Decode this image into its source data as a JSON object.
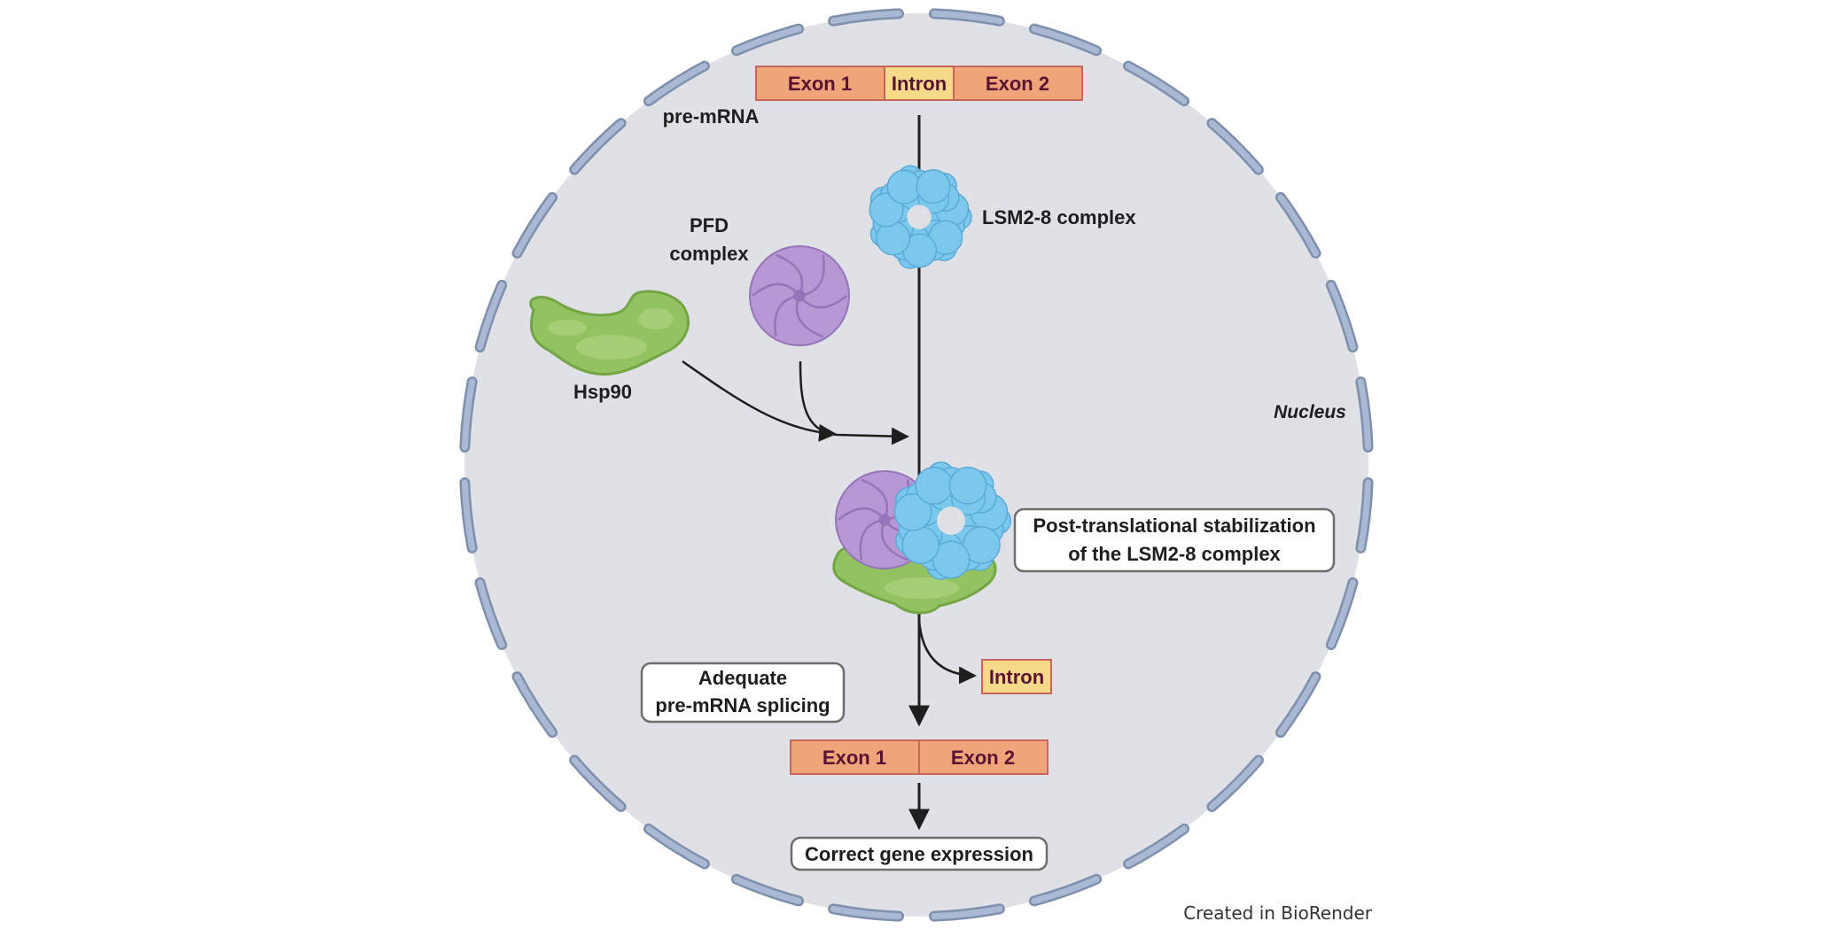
{
  "pre_mrna": {
    "label": "pre-mRNA",
    "segments": [
      "Exon 1",
      "Intron",
      "Exon 2"
    ]
  },
  "lsm_label": "LSM2-8 complex",
  "pfd_label": [
    "PFD",
    "complex"
  ],
  "hsp90_label": "Hsp90",
  "nucleus_label": "Nucleus",
  "stabilization_box": [
    "Post-translational stabilization",
    "of the LSM2-8 complex"
  ],
  "splicing_box": [
    "Adequate",
    "pre-mRNA splicing"
  ],
  "intron_out_label": "Intron",
  "mrna_segments": [
    "Exon 1",
    "Exon 2"
  ],
  "expression_box": "Correct gene expression",
  "credit": "Created in BioRender",
  "colors": {
    "nucleus_fill": "#dfe1e6",
    "envelope": "#a9b9d3",
    "exon": "#f0a47a",
    "intron": "#f7d98a",
    "segment_border": "#c8665a",
    "lsm": "#7cc8ec",
    "pfd": "#b797d4",
    "hsp90": "#93c260"
  }
}
